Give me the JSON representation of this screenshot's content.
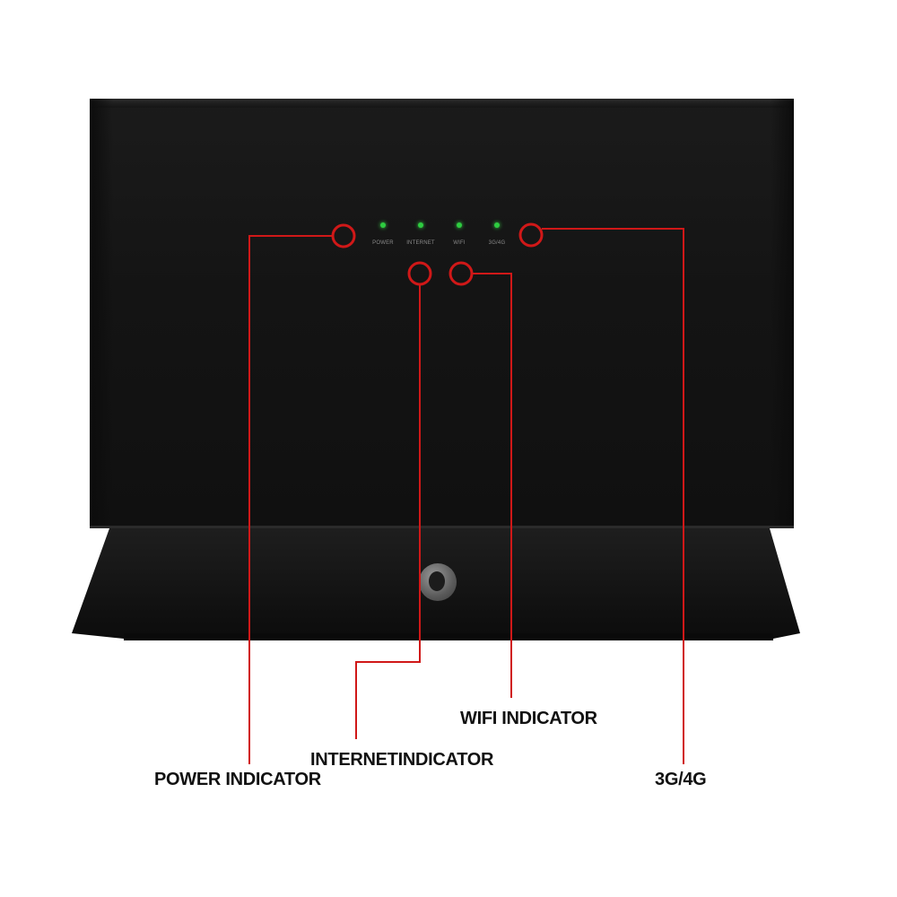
{
  "device": {
    "led_labels": [
      "POWER",
      "INTERNET",
      "WIFI",
      "3G/4G"
    ],
    "led_color": "#2ecc40",
    "logo": "vodafone-logo"
  },
  "callouts": {
    "power": "POWER INDICATOR",
    "internet": "INTERNETINDICATOR",
    "wifi": "WIFI INDICATOR",
    "signal": "3G/4G"
  },
  "colors": {
    "annotation": "#d01818",
    "device": "#151515"
  }
}
